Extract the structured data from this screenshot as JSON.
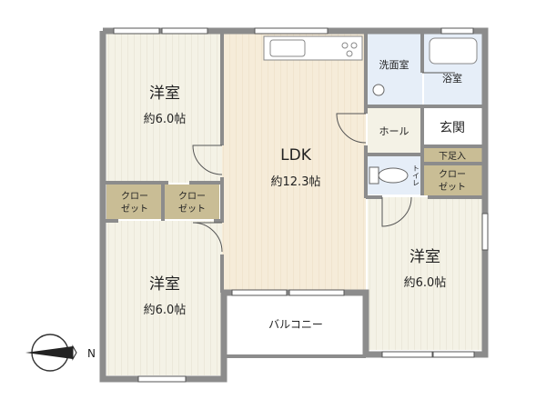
{
  "rooms": {
    "western_nw": {
      "name": "洋室",
      "size": "約6.0帖"
    },
    "western_sw": {
      "name": "洋室",
      "size": "約6.0帖"
    },
    "western_se": {
      "name": "洋室",
      "size": "約6.0帖"
    },
    "ldk": {
      "name": "LDK",
      "size": "約12.3帖"
    },
    "washroom": {
      "name": "洗面室"
    },
    "bathroom": {
      "name": "浴室"
    },
    "hall": {
      "name": "ホール"
    },
    "entrance": {
      "name": "玄関"
    },
    "shoe_storage": {
      "name": "下足入"
    },
    "toilet": {
      "name": "トイレ"
    },
    "closet_left": {
      "line1": "クロー",
      "line2": "ゼット"
    },
    "closet_mid": {
      "line1": "クロー",
      "line2": "ゼット"
    },
    "closet_right": {
      "line1": "クロー",
      "line2": "ゼット"
    },
    "balcony": {
      "name": "バルコニー"
    }
  },
  "compass": {
    "label": "N"
  },
  "colors": {
    "wall": "#8c8c8c",
    "room_fill": "#f4f2e6",
    "ldk_fill": "#f6ecd9",
    "wet_fill": "#e6eef8",
    "closet_fill": "#c9bd95",
    "balcony_fill": "#ffffff"
  }
}
